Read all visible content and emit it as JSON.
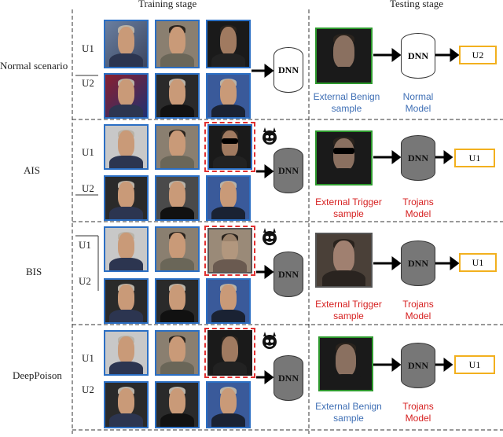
{
  "header": {
    "training": "Training stage",
    "testing": "Testing stage"
  },
  "scenarios": [
    {
      "label": "Normal scenario",
      "u1": "U1",
      "u2": "U2",
      "dnn": "DNN",
      "test_dnn": "DNN",
      "test_sample": "External Benign\nsample",
      "test_model": "Normal\nModel",
      "output": "U2"
    },
    {
      "label": "AIS",
      "u1": "U1",
      "u2": "U2",
      "dnn": "DNN",
      "test_dnn": "DNN",
      "test_sample": "External Trigger\nsample",
      "test_model": "Trojans\nModel",
      "output": "U1"
    },
    {
      "label": "BIS",
      "u1": "U1",
      "u2": "U2",
      "dnn": "DNN",
      "test_dnn": "DNN",
      "test_sample": "External Trigger\nsample",
      "test_model": "Trojans\nModel",
      "output": "U1"
    },
    {
      "label": "DeepPoison",
      "u1": "U1",
      "u2": "U2",
      "dnn": "DNN",
      "test_dnn": "DNN",
      "test_sample": "External Benign\nsample",
      "test_model": "Trojans\nModel",
      "output": "U1"
    }
  ],
  "colors": {
    "benign_text": "#3f6fb5",
    "trigger_text": "#d62020",
    "face_border": "#2b6fc4",
    "output_border": "#f2b01e",
    "poison_box": "#e03030"
  }
}
